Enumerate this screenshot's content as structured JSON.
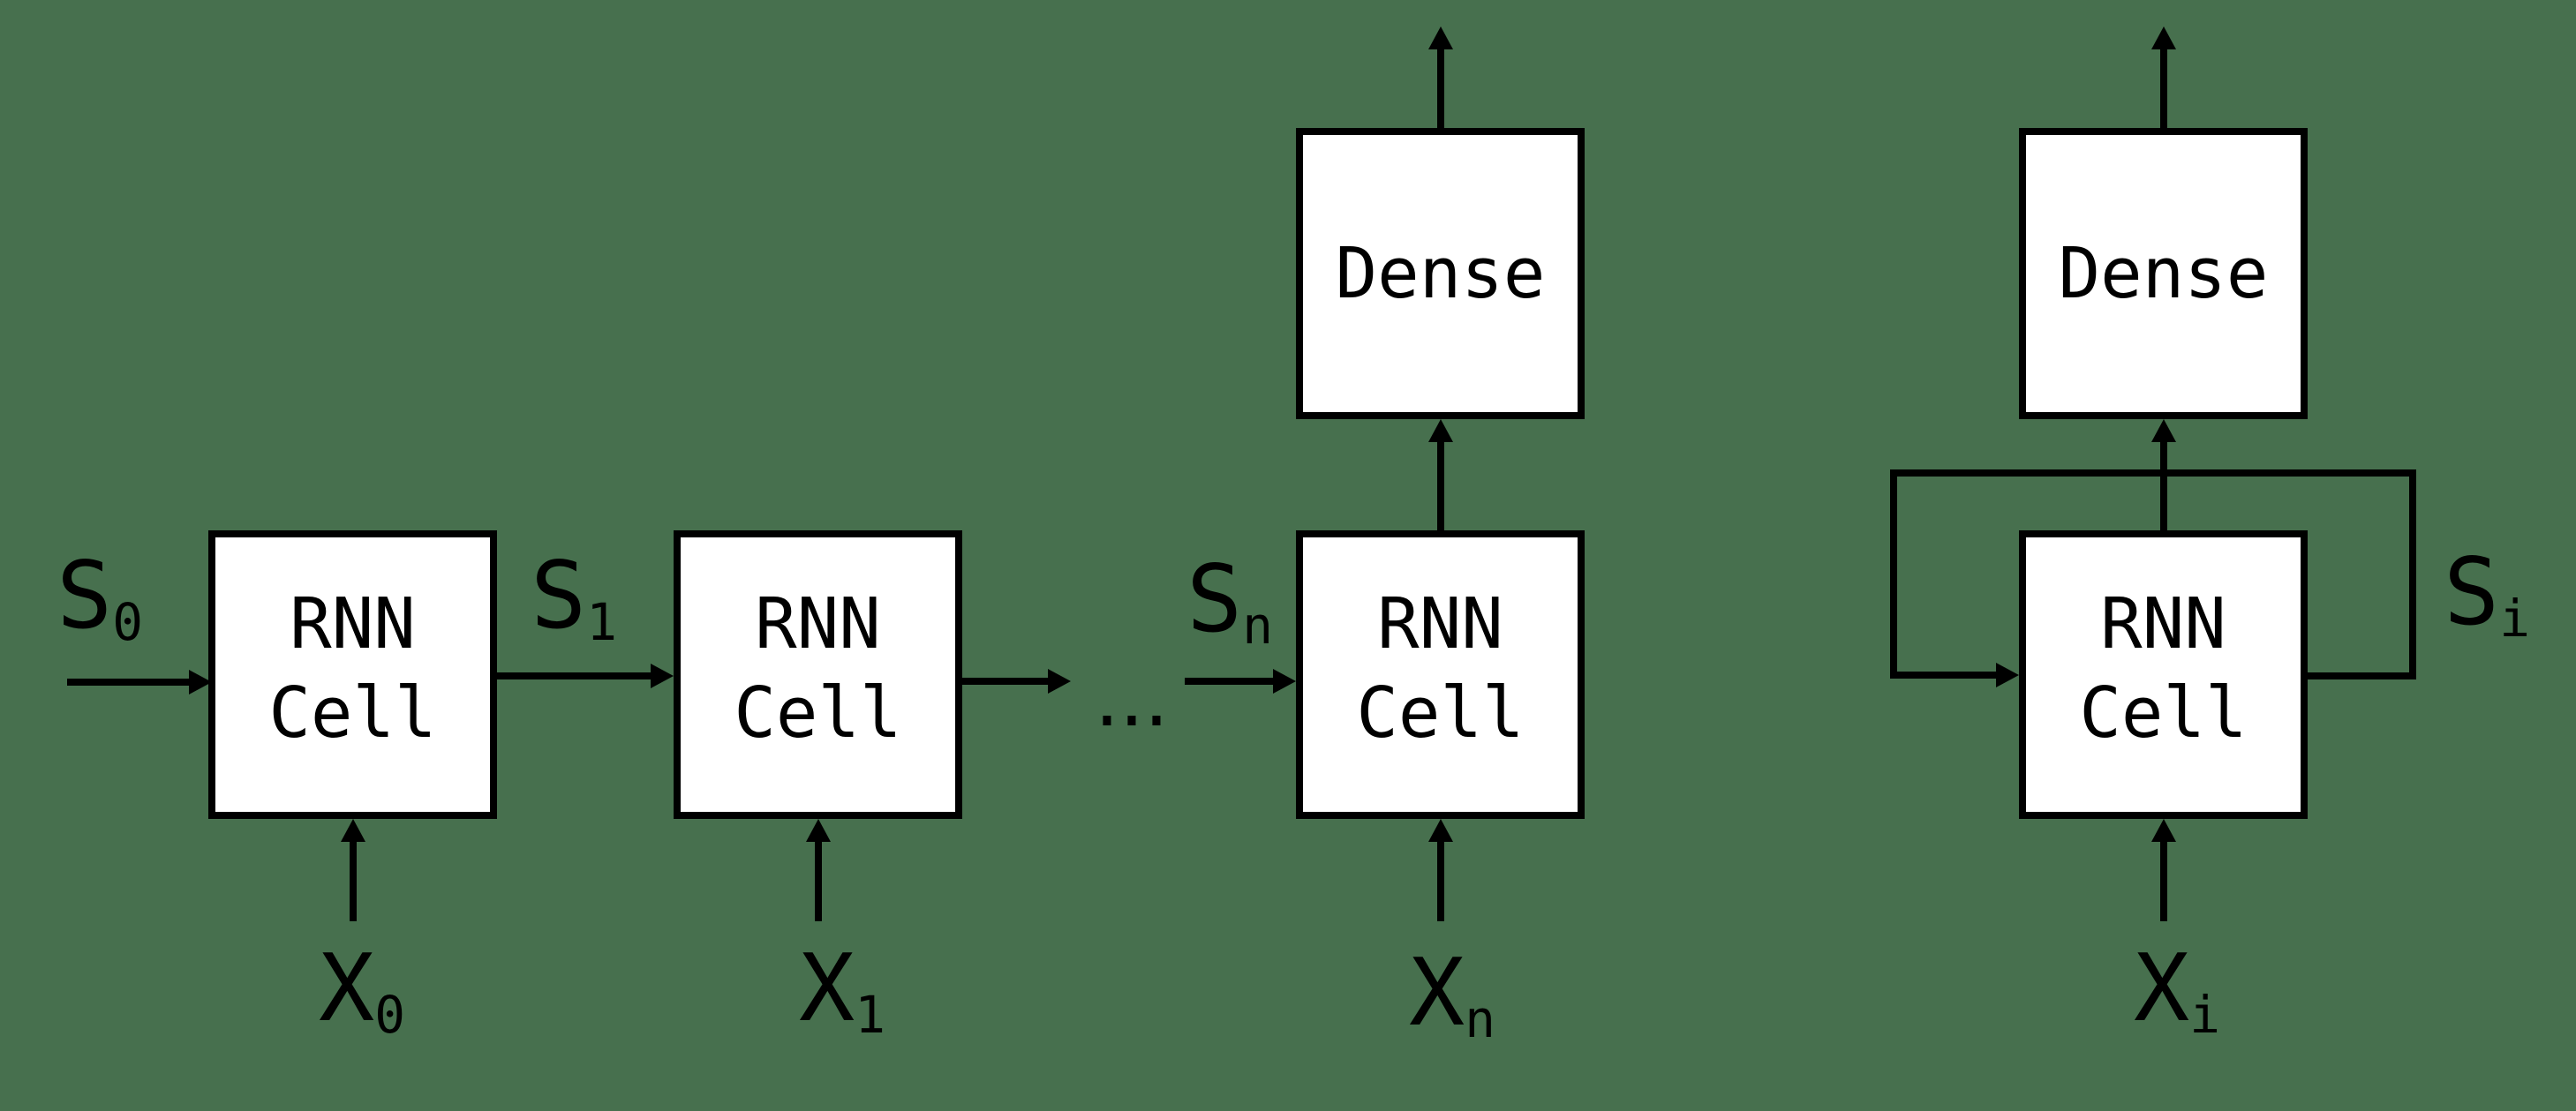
{
  "colors": {
    "background": "#47704e",
    "stroke": "#000000",
    "box_fill": "#ffffff",
    "text": "#000000"
  },
  "unrolled_network": {
    "cells": [
      {
        "line1": "RNN",
        "line2": "Cell"
      },
      {
        "line1": "RNN",
        "line2": "Cell"
      },
      {
        "line1": "RNN",
        "line2": "Cell"
      }
    ],
    "dense": {
      "label": "Dense"
    },
    "state_labels": [
      {
        "base": "S",
        "sub": "0"
      },
      {
        "base": "S",
        "sub": "1"
      },
      {
        "base": "S",
        "sub": "n"
      }
    ],
    "input_labels": [
      {
        "base": "X",
        "sub": "0"
      },
      {
        "base": "X",
        "sub": "1"
      },
      {
        "base": "X",
        "sub": "n"
      }
    ],
    "ellipsis": "..."
  },
  "rolled_network": {
    "cell": {
      "line1": "RNN",
      "line2": "Cell"
    },
    "dense": {
      "label": "Dense"
    },
    "state_label": {
      "base": "S",
      "sub": "i"
    },
    "input_label": {
      "base": "X",
      "sub": "i"
    }
  }
}
